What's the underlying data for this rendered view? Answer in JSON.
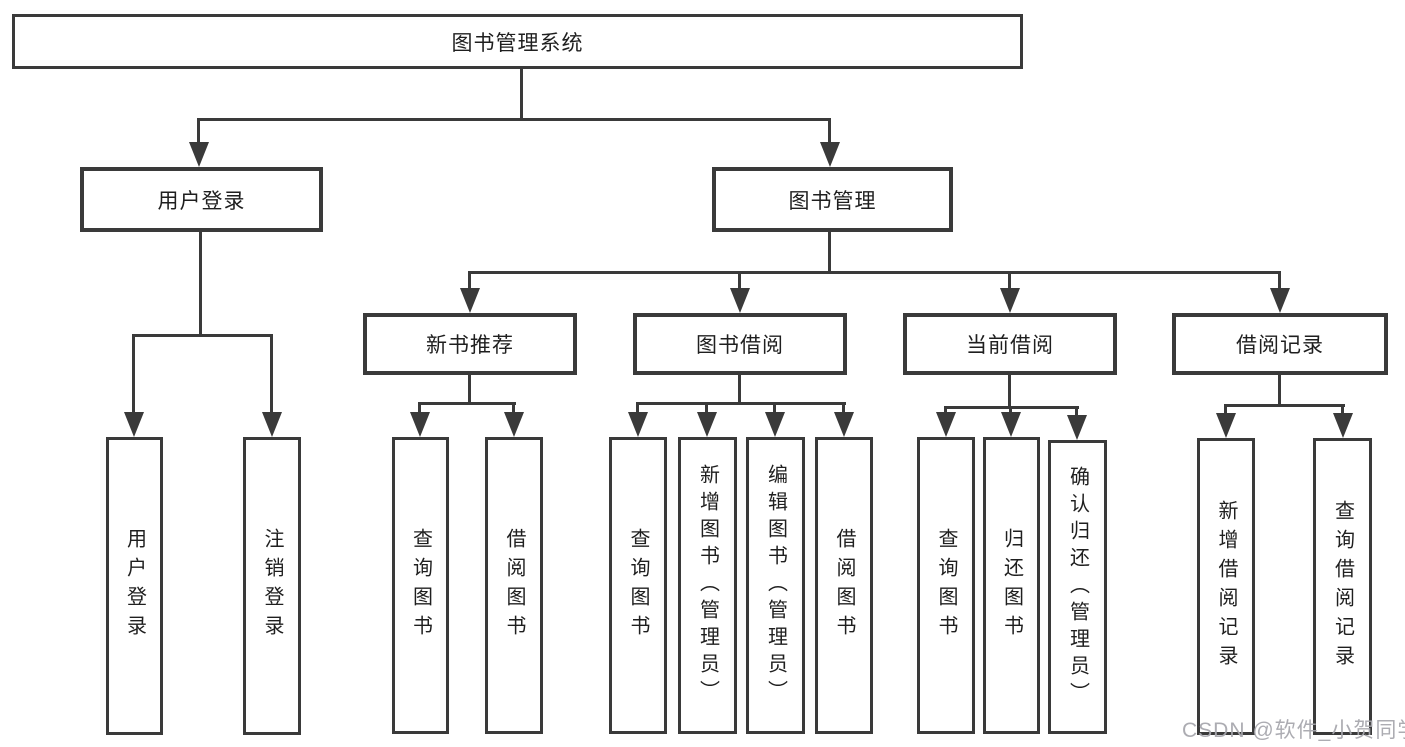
{
  "diagram": {
    "type": "hierarchy-tree",
    "root": {
      "label": "图书管理系统"
    },
    "branches": [
      {
        "label": "用户登录",
        "children": [
          {
            "label": "用户登录"
          },
          {
            "label": "注销登录"
          }
        ]
      },
      {
        "label": "图书管理",
        "children": [
          {
            "label": "新书推荐",
            "children": [
              {
                "label": "查询图书"
              },
              {
                "label": "借阅图书"
              }
            ]
          },
          {
            "label": "图书借阅",
            "children": [
              {
                "label": "查询图书"
              },
              {
                "label": "新增图书（管理员）"
              },
              {
                "label": "编辑图书（管理员）"
              },
              {
                "label": "借阅图书"
              }
            ]
          },
          {
            "label": "当前借阅",
            "children": [
              {
                "label": "查询图书"
              },
              {
                "label": "归还图书"
              },
              {
                "label": "确认归还（管理员）"
              }
            ]
          },
          {
            "label": "借阅记录",
            "children": [
              {
                "label": "新增借阅记录"
              },
              {
                "label": "查询借阅记录"
              }
            ]
          }
        ]
      }
    ]
  },
  "watermark": {
    "text": "CSDN @软件_小贺同学"
  },
  "colors": {
    "line": "#3a3a3a",
    "box_border": "#3a3a3a",
    "text": "#1f1f1f",
    "background": "#ffffff",
    "watermark": "#a8a8ae"
  }
}
